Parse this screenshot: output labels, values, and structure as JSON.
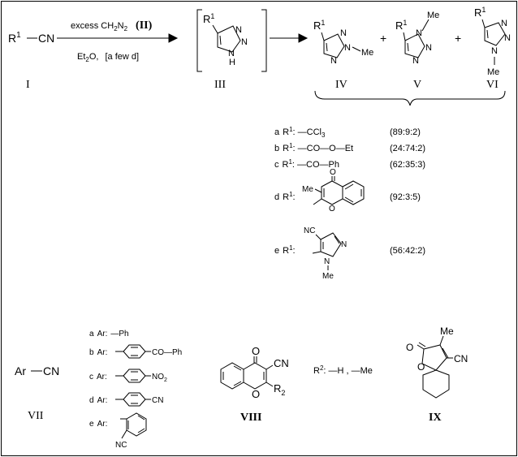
{
  "scheme": {
    "start": {
      "r1": "R",
      "sup": "1",
      "group": "CN",
      "label": "I"
    },
    "reagent": {
      "line1": "excess CH",
      "line1_sub": "2",
      "line1_b": "N",
      "line1_sub2": "2",
      "line1_tag": "(II)",
      "line2": "Et",
      "line2_sub": "2",
      "line2_b": "O,",
      "line2_cond": "[a few d]"
    },
    "intermediate": {
      "r1": "R",
      "sup": "1",
      "n1": "N",
      "n2": "N",
      "n3": "N",
      "nh": "H",
      "label": "III"
    },
    "products": [
      {
        "r1": "R",
        "sup": "1",
        "n1": "N",
        "n2": "N",
        "n3": "N",
        "sub": "Me",
        "label": "IV"
      },
      {
        "r1": "R",
        "sup": "1",
        "n1": "N",
        "n2": "N",
        "n3": "N",
        "sub": "Me",
        "label": "V"
      },
      {
        "r1": "R",
        "sup": "1",
        "n1": "N",
        "n2": "N",
        "n3": "N",
        "sub": "Me",
        "label": "VI"
      }
    ],
    "plus": "+",
    "entries": [
      {
        "id": "a",
        "r": "R",
        "sup": "1",
        "group": "—CCl",
        "group_sub": "3",
        "ratio": "(89:9:2)"
      },
      {
        "id": "b",
        "r": "R",
        "sup": "1",
        "group": "—CO—O—Et",
        "ratio": "(24:74:2)"
      },
      {
        "id": "c",
        "r": "R",
        "sup": "1",
        "group": "—CO—Ph",
        "ratio": "(62:35:3)"
      },
      {
        "id": "d",
        "r": "R",
        "sup": "1",
        "ratio": "(92:3:5)",
        "atoms": {
          "me": "Me",
          "oxo": "O",
          "ring_o": "O"
        }
      },
      {
        "id": "e",
        "r": "R",
        "sup": "1",
        "ratio": "(56:42:2)",
        "atoms": {
          "cn": "NC",
          "n1": "N",
          "n2": "N",
          "me": "Me"
        }
      }
    ],
    "nitriles": {
      "formula_ar": "Ar",
      "formula_cn": "CN",
      "label": "VII",
      "items": [
        {
          "id": "a",
          "text": "Ar:",
          "group": "—Ph"
        },
        {
          "id": "b",
          "text": "Ar:",
          "group": "CO—Ph"
        },
        {
          "id": "c",
          "text": "Ar:",
          "group": "NO",
          "group_sub": "2"
        },
        {
          "id": "d",
          "text": "Ar:",
          "group": "CN"
        },
        {
          "id": "e",
          "text": "Ar:",
          "group": "NC"
        }
      ]
    },
    "chromone": {
      "oxo": "O",
      "cn": "CN",
      "ring_o": "O",
      "r2": "R",
      "r2_sup": "2",
      "label": "VIII",
      "r2_def": "R",
      "r2_def_sup": "2",
      "r2_def_rest": ": —H , —Me"
    },
    "spiro": {
      "me": "Me",
      "oxo": "O",
      "ring_o": "O",
      "cn": "CN",
      "label": "IX"
    }
  }
}
